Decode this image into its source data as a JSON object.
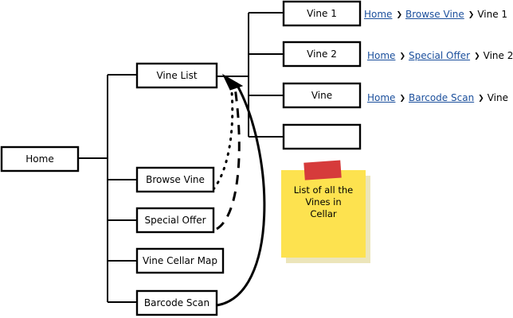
{
  "nodes": {
    "home": "Home",
    "vine_list": "Vine List",
    "browse_vine": "Browse Vine",
    "special_offer": "Special Offer",
    "vine_cellar_map": "Vine Cellar Map",
    "barcode_scan": "Barcode Scan",
    "vine_1": "Vine 1",
    "vine_2": "Vine 2",
    "vine": "Vine",
    "empty": ""
  },
  "breadcrumbs": {
    "row1": {
      "home": "Home",
      "section": "Browse Vine",
      "current": "Vine 1"
    },
    "row2": {
      "home": "Home",
      "section": "Special Offer",
      "current": "Vine 2"
    },
    "row3": {
      "home": "Home",
      "section": "Barcode Scan",
      "current": "Vine"
    },
    "separator": "❯"
  },
  "note": {
    "lines": [
      "List of all the",
      "Vines in",
      "Cellar"
    ],
    "color": "#fde24f",
    "tape_color": "#d63b3b"
  }
}
